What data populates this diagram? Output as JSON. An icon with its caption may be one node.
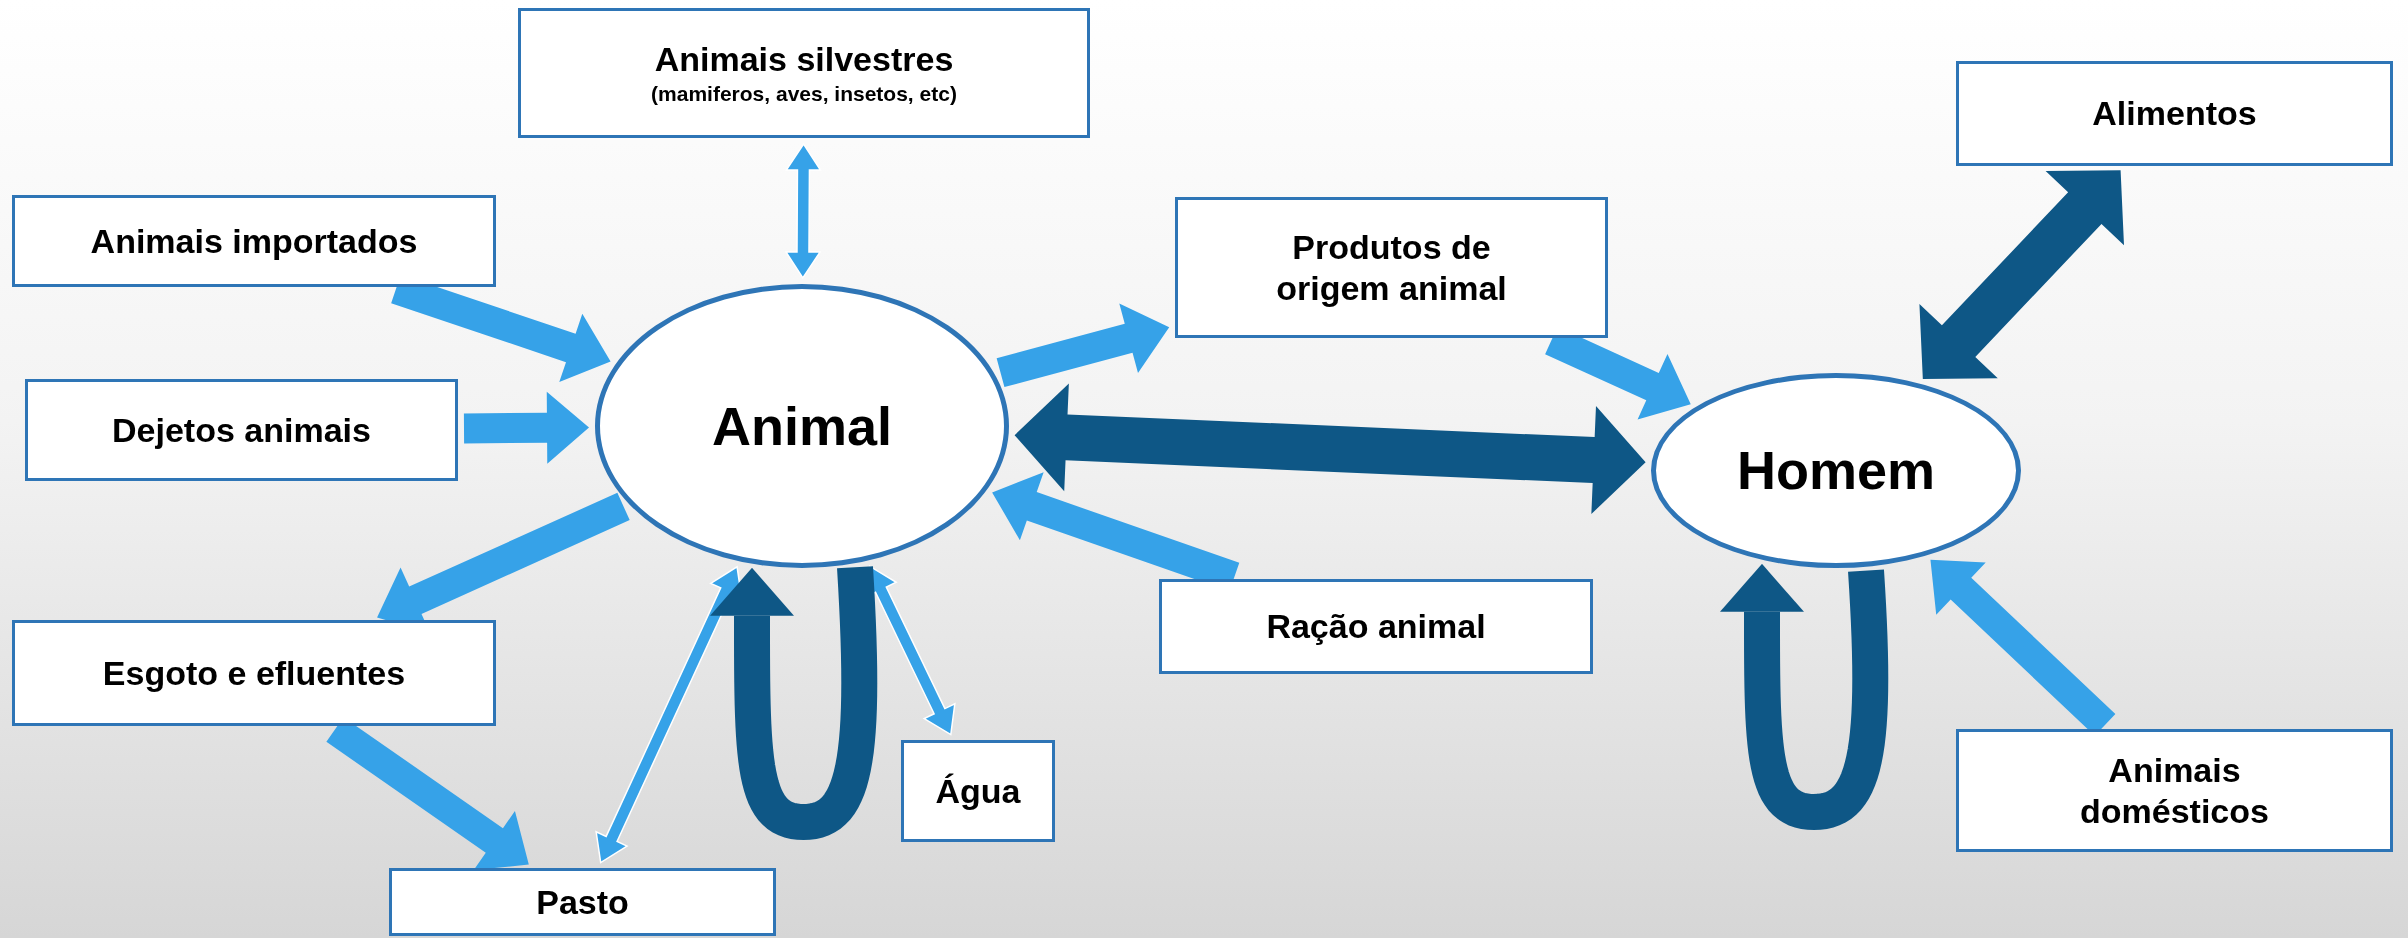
{
  "diagram": {
    "nodes": [
      {
        "text": [
          "Animais silvestres",
          "(mamiferos, aves, insetos, etc)"
        ]
      },
      {
        "text": [
          "Alimentos"
        ]
      },
      {
        "text": [
          "Animais importados"
        ]
      },
      {
        "text": [
          "Produtos de origem animal"
        ]
      },
      {
        "text": [
          "Dejetos animais"
        ]
      },
      {
        "text": [
          "Animal"
        ]
      },
      {
        "text": [
          "Homem"
        ]
      },
      {
        "text": [
          "Ração animal"
        ]
      },
      {
        "text": [
          "Esgoto e efluentes"
        ]
      },
      {
        "text": [
          "Água"
        ]
      },
      {
        "text": [
          "Animais domésticos"
        ]
      },
      {
        "text": [
          "Pasto"
        ]
      }
    ],
    "edges": [
      {
        "from": 0,
        "to": 5,
        "arrow": "both"
      },
      {
        "from": 2,
        "to": 5,
        "arrow": "to"
      },
      {
        "from": 4,
        "to": 5,
        "arrow": "to"
      },
      {
        "from": 5,
        "to": 3,
        "arrow": "to"
      },
      {
        "from": 3,
        "to": 6,
        "arrow": "to"
      },
      {
        "from": 5,
        "to": 6,
        "arrow": "both",
        "style": "thick",
        "color": "#0e5786"
      },
      {
        "from": 6,
        "to": 1,
        "arrow": "both",
        "style": "thick",
        "color": "#0e5786"
      },
      {
        "from": 7,
        "to": 5,
        "arrow": "to"
      },
      {
        "from": 5,
        "to": 8,
        "arrow": "to"
      },
      {
        "from": 8,
        "to": 11,
        "arrow": "to"
      },
      {
        "from": 11,
        "to": 5,
        "arrow": "both"
      },
      {
        "from": 9,
        "to": 5,
        "arrow": "both"
      },
      {
        "from": 10,
        "to": 6,
        "arrow": "to"
      },
      {
        "from": 5,
        "to": 5,
        "arrow": "to",
        "color": "#0e5786"
      },
      {
        "from": 6,
        "to": 6,
        "arrow": "to",
        "color": "#0e5786"
      }
    ]
  }
}
